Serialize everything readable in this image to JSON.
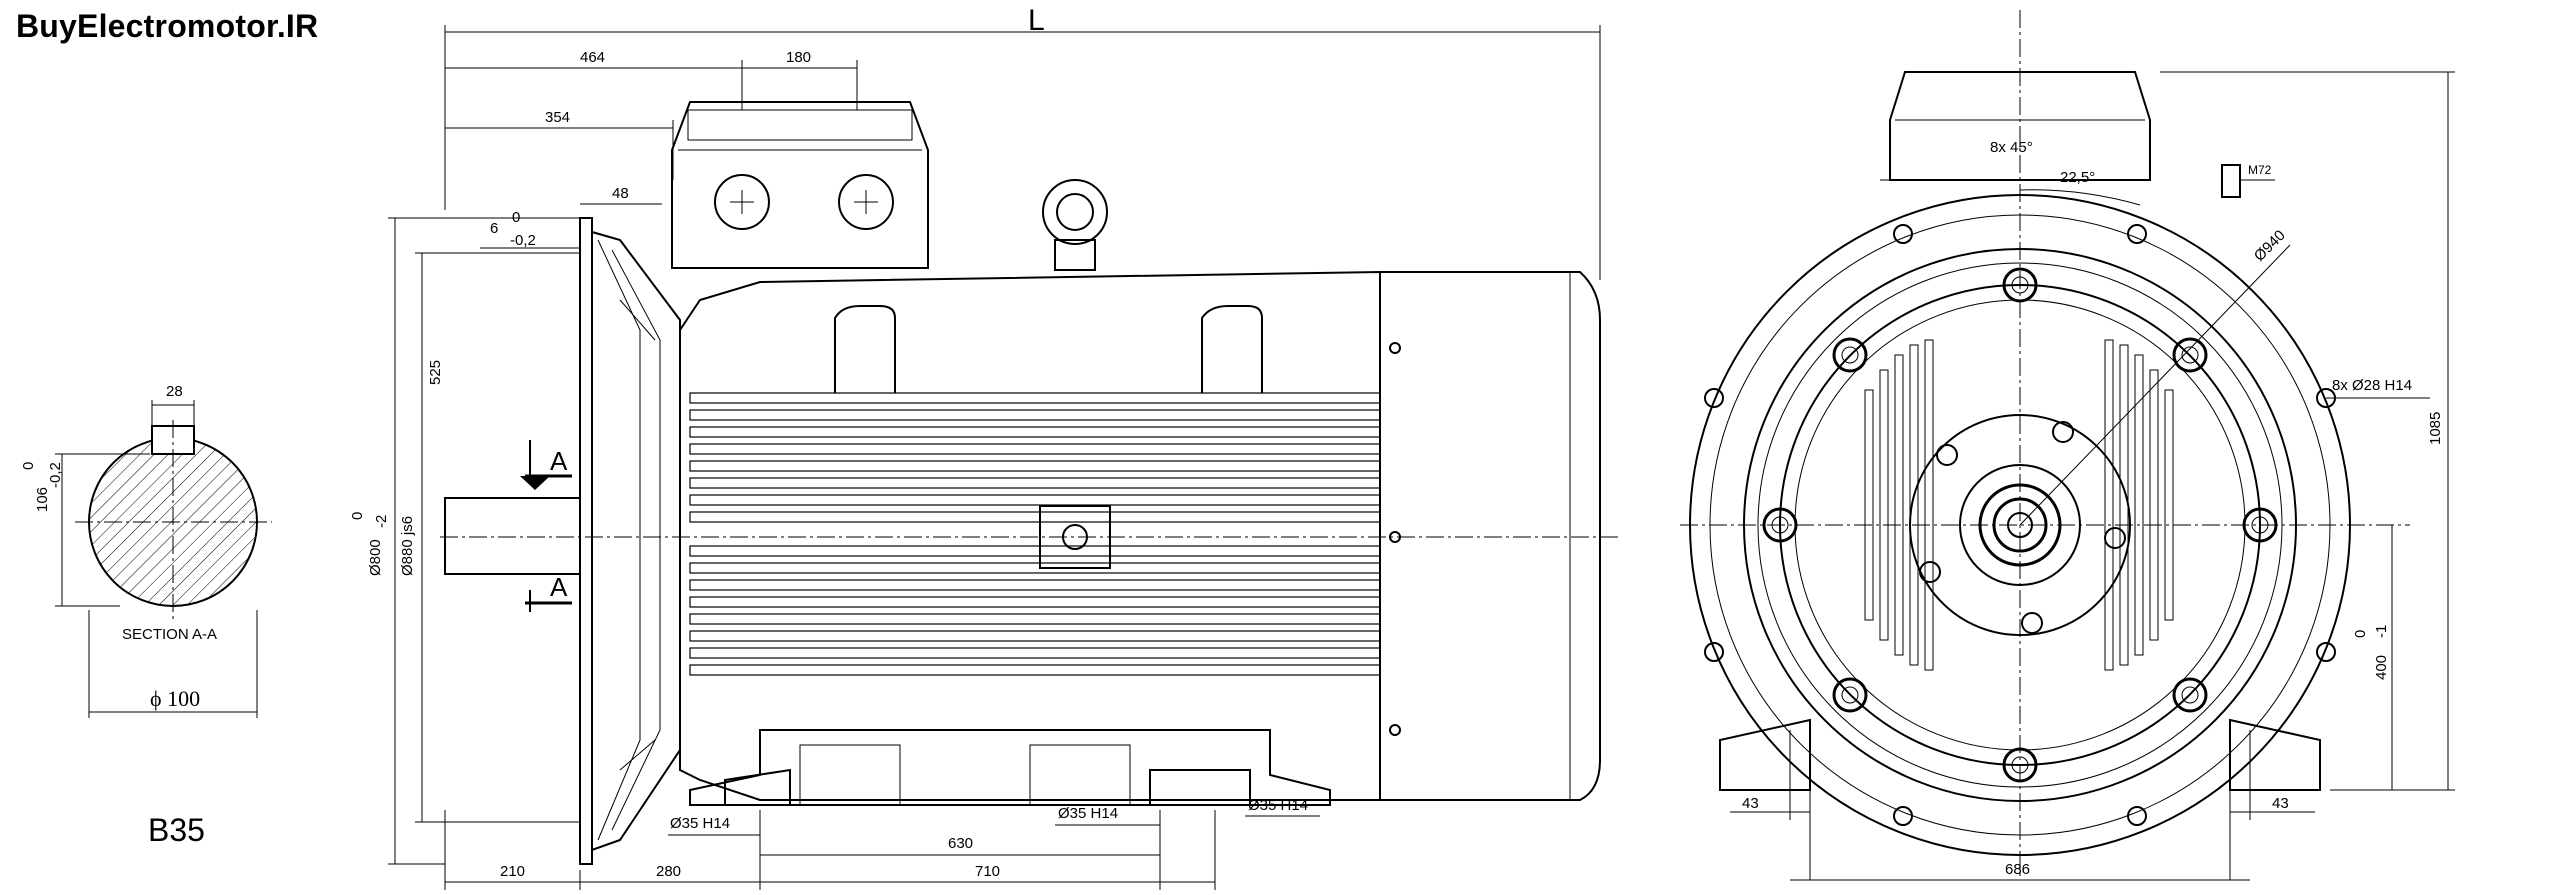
{
  "brand": "BuyElectromotor.IR",
  "mounting": "B35",
  "section": {
    "title": "SECTION A-A",
    "key_width": "28",
    "tol_top": "0",
    "tol_bottom": "-0,2",
    "height": "106",
    "diameter": "ϕ 100"
  },
  "side_view": {
    "length_label": "L",
    "dims_top": [
      "464",
      "180",
      "354",
      "48",
      "6",
      "0",
      "-0,2"
    ],
    "dim_525": "525",
    "flange_tol_0": "0",
    "flange_tol_minus2": "-2",
    "flange_d800": "Ø800",
    "flange_d880": "Ø880 js6",
    "section_mark": "A",
    "hole_label": "Ø35  H14",
    "dims_bottom": [
      "210",
      "280",
      "630",
      "710"
    ]
  },
  "front_view": {
    "bolts": "8x 45°",
    "angle": "22,5°",
    "thread": "M72",
    "pcd": "Ø940",
    "holes": "8x  Ø28  H14",
    "height_total": "1085",
    "shaft_height": "400",
    "sh_tol_0": "0",
    "sh_tol_m1": "-1",
    "foot_left": "43",
    "foot_right": "43",
    "base_width": "686"
  }
}
